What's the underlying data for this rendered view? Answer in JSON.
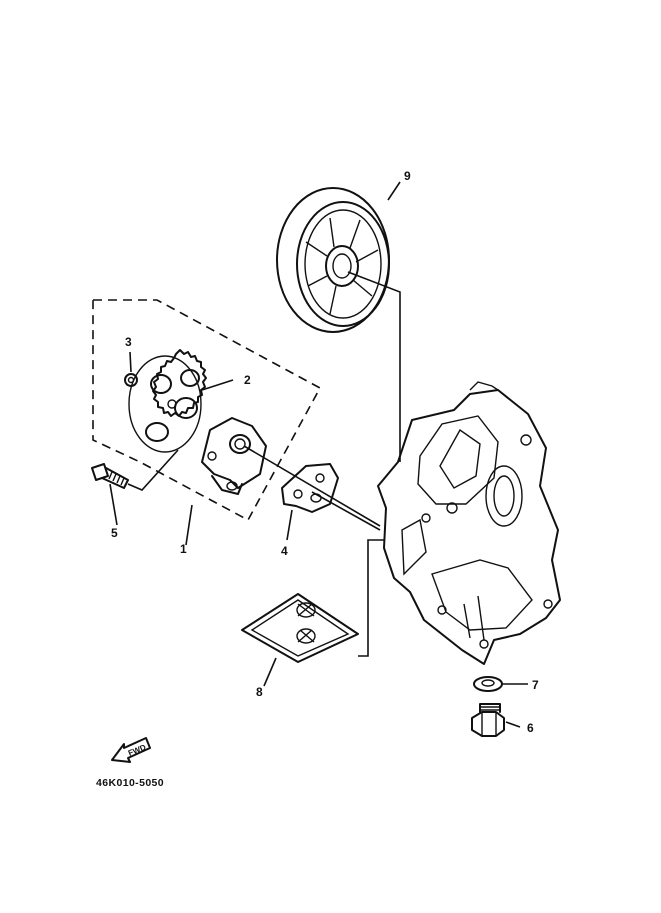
{
  "diagram_code": "46K010-5050",
  "fwd_label": "FWD",
  "callouts": {
    "c1": "1",
    "c2": "2",
    "c3": "3",
    "c4": "4",
    "c5": "5",
    "c6": "6",
    "c7": "7",
    "c8": "8",
    "c9": "9"
  },
  "colors": {
    "line": "#111111",
    "background": "#ffffff"
  }
}
